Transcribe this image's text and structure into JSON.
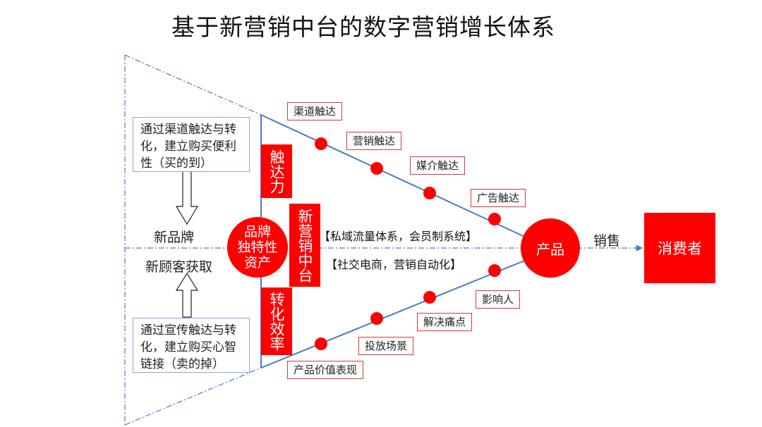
{
  "title": "基于新营销中台的数字营销增长体系",
  "left": {
    "top_box": "通过渠道触达与转\n化，建立购买便利\n性（买的到）",
    "bottom_box": "通过宣传触达与转\n化，建立购买心智\n链接（卖的掉）",
    "label_brand": "新品牌",
    "label_customer": "新顾客获取"
  },
  "center": {
    "brand_circle": "品牌\n独特性\n资产",
    "bar_reach": "触达力",
    "bar_platform": "新营销中台",
    "bar_conversion": "转化效率",
    "text_private": "【私域流量体系，会员制系统】",
    "text_social": "【社交电商，营销自动化】"
  },
  "upper_tags": [
    "渠道触达",
    "营销触达",
    "媒介触达",
    "广告触达"
  ],
  "lower_tags": [
    "产品价值表现",
    "投放场景",
    "解决痛点",
    "影响人"
  ],
  "right": {
    "product": "产品",
    "sales": "销售",
    "consumer": "消费者"
  },
  "colors": {
    "accent_red": "#ff0000",
    "line_blue": "#4a7cc4",
    "box_border_blue": "#8aa7d6"
  }
}
